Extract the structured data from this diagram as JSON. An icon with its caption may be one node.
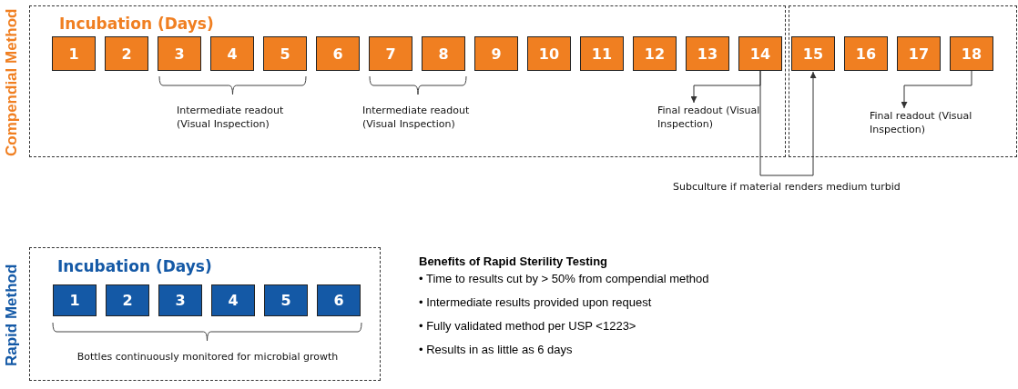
{
  "diagram": {
    "nodes": [
      {
        "text": [
          "Compendial Method",
          "Incubation (Days)"
        ]
      },
      {
        "text": [
          "1"
        ],
        "in": 0
      },
      {
        "text": [
          "2"
        ],
        "in": 0
      },
      {
        "text": [
          "3"
        ],
        "in": 0
      },
      {
        "text": [
          "4"
        ],
        "in": 0
      },
      {
        "text": [
          "5"
        ],
        "in": 0
      },
      {
        "text": [
          "6"
        ],
        "in": 0
      },
      {
        "text": [
          "7"
        ],
        "in": 0
      },
      {
        "text": [
          "8"
        ],
        "in": 0
      },
      {
        "text": [
          "9"
        ],
        "in": 0
      },
      {
        "text": [
          "10"
        ],
        "in": 0
      },
      {
        "text": [
          "11"
        ],
        "in": 0
      },
      {
        "text": [
          "12"
        ],
        "in": 0
      },
      {
        "text": [
          "13"
        ],
        "in": 0
      },
      {
        "text": [
          "14"
        ],
        "in": 0
      },
      {
        "text": [],
        "shape": "box"
      },
      {
        "text": [
          "15"
        ],
        "in": 15
      },
      {
        "text": [
          "16"
        ],
        "in": 15
      },
      {
        "text": [
          "17"
        ],
        "in": 15
      },
      {
        "text": [
          "18"
        ],
        "in": 15
      },
      {
        "text": [
          "Final readout (Visual Inspection)"
        ],
        "in": 0
      },
      {
        "text": [
          "Final readout (Visual Inspection)"
        ],
        "in": 15
      },
      {
        "text": [
          "Rapid Method",
          "Incubation (Days)"
        ]
      },
      {
        "text": [
          "1"
        ],
        "in": 22
      },
      {
        "text": [
          "2"
        ],
        "in": 22
      },
      {
        "text": [
          "3"
        ],
        "in": 22
      },
      {
        "text": [
          "4"
        ],
        "in": 22
      },
      {
        "text": [
          "5"
        ],
        "in": 22
      },
      {
        "text": [
          "6"
        ],
        "in": 22
      }
    ],
    "edges": [
      {
        "from": 14,
        "to": 20,
        "arrow": "to"
      },
      {
        "from": 14,
        "to": 16,
        "arrow": "to",
        "label": "Subculture if material renders medium turbid"
      },
      {
        "from": 19,
        "to": 21,
        "arrow": "to"
      }
    ],
    "labels": [
      "Intermediate readout (Visual Inspection)",
      "Intermediate readout (Visual Inspection)",
      "Bottles continuously monitored for microbial growth",
      "Benefits of Rapid Sterility Testing",
      "• Time to results cut by > 50% from compendial method",
      "• Intermediate results provided upon request",
      "• Fully validated method per USP <1223>",
      "• Results in as little as 6 days"
    ]
  }
}
